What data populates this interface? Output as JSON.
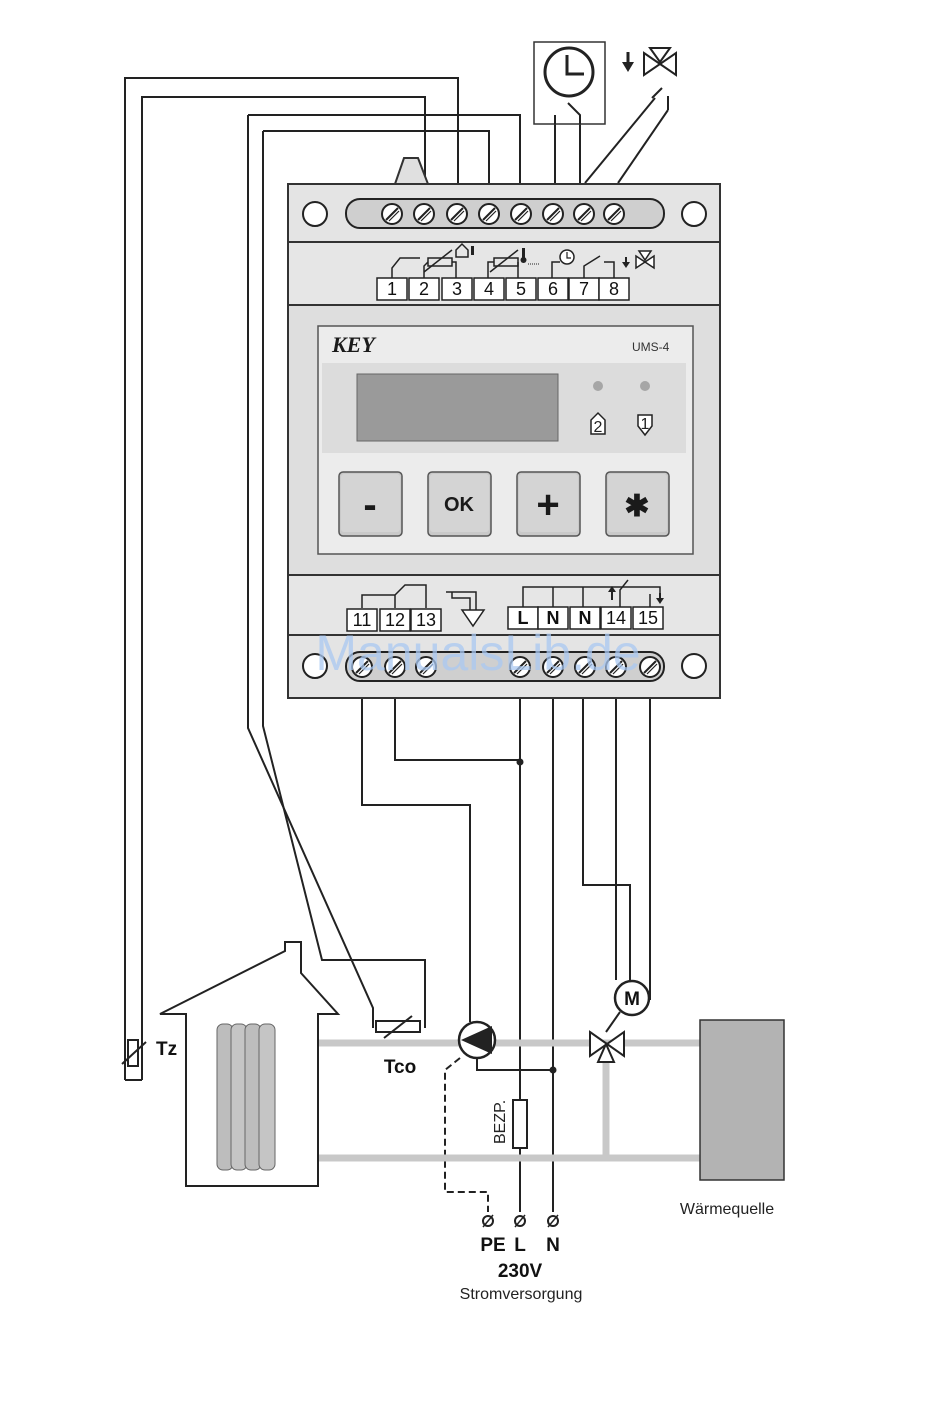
{
  "device": {
    "brand": "KEY",
    "model": "UMS-4",
    "top_terminals": [
      "1",
      "2",
      "3",
      "4",
      "5",
      "6",
      "7",
      "8"
    ],
    "bottom_left_terminals": [
      "11",
      "12",
      "13"
    ],
    "bottom_right_terminals": [
      "L",
      "N",
      "N",
      "14",
      "15"
    ],
    "led_labels": [
      "2",
      "1"
    ],
    "buttons": {
      "minus": "-",
      "ok": "OK",
      "plus": "+",
      "star": "✱"
    }
  },
  "labels": {
    "room_sensor": "Tz",
    "flow_sensor": "Tco",
    "motor": "M",
    "fuse": "BEZP.",
    "heat_source": "Wärmequelle",
    "supply_terminals": [
      "PE",
      "L",
      "N"
    ],
    "voltage": "230V",
    "supply": "Stromversorgung"
  },
  "watermark": "ManualsLib.de",
  "colors": {
    "device": "#dedede",
    "panel": "#e9e9e9",
    "display": "#9a9a9a",
    "watermark": "#a9c8f2",
    "pipe": "#c8c8c8",
    "heat_source": "#b3b3b3"
  }
}
